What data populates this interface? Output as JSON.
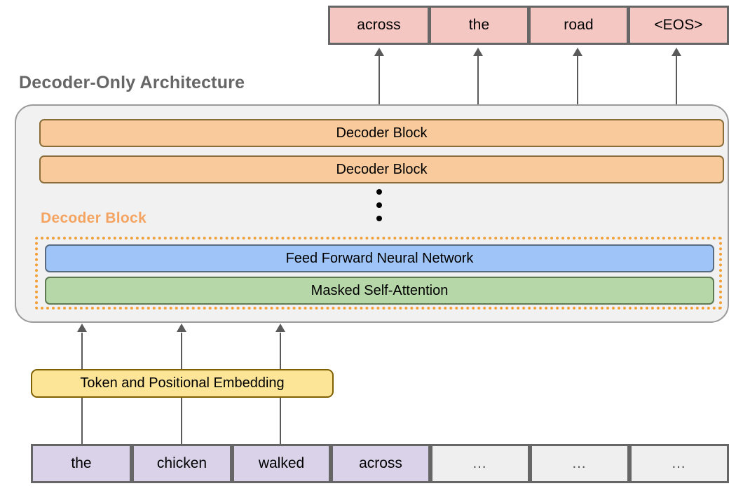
{
  "title": "Decoder-Only Architecture",
  "output_tokens": [
    "across",
    "the",
    "road",
    "<EOS>"
  ],
  "decoder_stack": {
    "blocks": [
      "Decoder Block",
      "Decoder Block"
    ],
    "ellipsis": "⋮",
    "expanded_caption": "Decoder Block",
    "expanded_layers": [
      "Feed Forward Neural Network",
      "Masked Self-Attention"
    ]
  },
  "embedding": {
    "label": "Token and Positional Embedding"
  },
  "input_tokens": [
    {
      "text": "the",
      "filled": true
    },
    {
      "text": "chicken",
      "filled": true
    },
    {
      "text": "walked",
      "filled": true
    },
    {
      "text": "across",
      "filled": true
    },
    {
      "text": "…",
      "filled": false
    },
    {
      "text": "…",
      "filled": false
    },
    {
      "text": "…",
      "filled": false
    }
  ],
  "colors": {
    "output_token": "#f4c7c3",
    "decoder_block": "#f9cb9c",
    "feed_forward": "#9fc5f8",
    "masked_attention": "#b6d7a8",
    "embedding": "#fde598",
    "input_token": "#d9d2e9",
    "input_token_empty": "#efefef",
    "container": "#f1f1f1",
    "caption_orange": "#f4a460",
    "title_gray": "#666666",
    "dotted_border": "#f1a13a",
    "stroke": "#666666"
  }
}
